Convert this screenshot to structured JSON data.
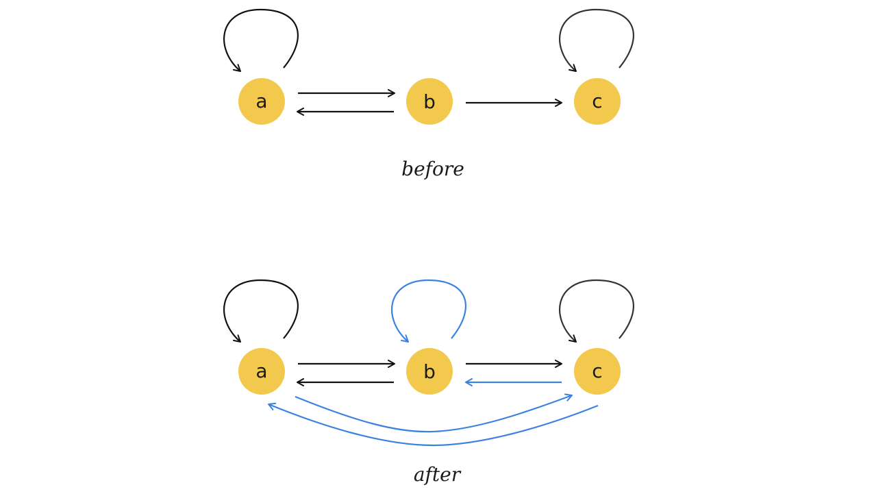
{
  "colors": {
    "node_fill": "#F2C94C",
    "edge_original": "#111111",
    "edge_added": "#3B82E0"
  },
  "before": {
    "caption": "before",
    "nodes": [
      {
        "id": "a",
        "label": "a"
      },
      {
        "id": "b",
        "label": "b"
      },
      {
        "id": "c",
        "label": "c"
      }
    ],
    "edges": [
      {
        "from": "a",
        "to": "a",
        "kind": "original"
      },
      {
        "from": "c",
        "to": "c",
        "kind": "original"
      },
      {
        "from": "a",
        "to": "b",
        "kind": "original"
      },
      {
        "from": "b",
        "to": "a",
        "kind": "original"
      },
      {
        "from": "b",
        "to": "c",
        "kind": "original"
      }
    ]
  },
  "after": {
    "caption": "after",
    "nodes": [
      {
        "id": "a",
        "label": "a"
      },
      {
        "id": "b",
        "label": "b"
      },
      {
        "id": "c",
        "label": "c"
      }
    ],
    "edges": [
      {
        "from": "a",
        "to": "a",
        "kind": "original"
      },
      {
        "from": "b",
        "to": "b",
        "kind": "added"
      },
      {
        "from": "c",
        "to": "c",
        "kind": "original"
      },
      {
        "from": "a",
        "to": "b",
        "kind": "original"
      },
      {
        "from": "b",
        "to": "a",
        "kind": "original"
      },
      {
        "from": "b",
        "to": "c",
        "kind": "original"
      },
      {
        "from": "c",
        "to": "b",
        "kind": "added"
      },
      {
        "from": "a",
        "to": "c",
        "kind": "added"
      },
      {
        "from": "c",
        "to": "a",
        "kind": "added"
      }
    ]
  }
}
